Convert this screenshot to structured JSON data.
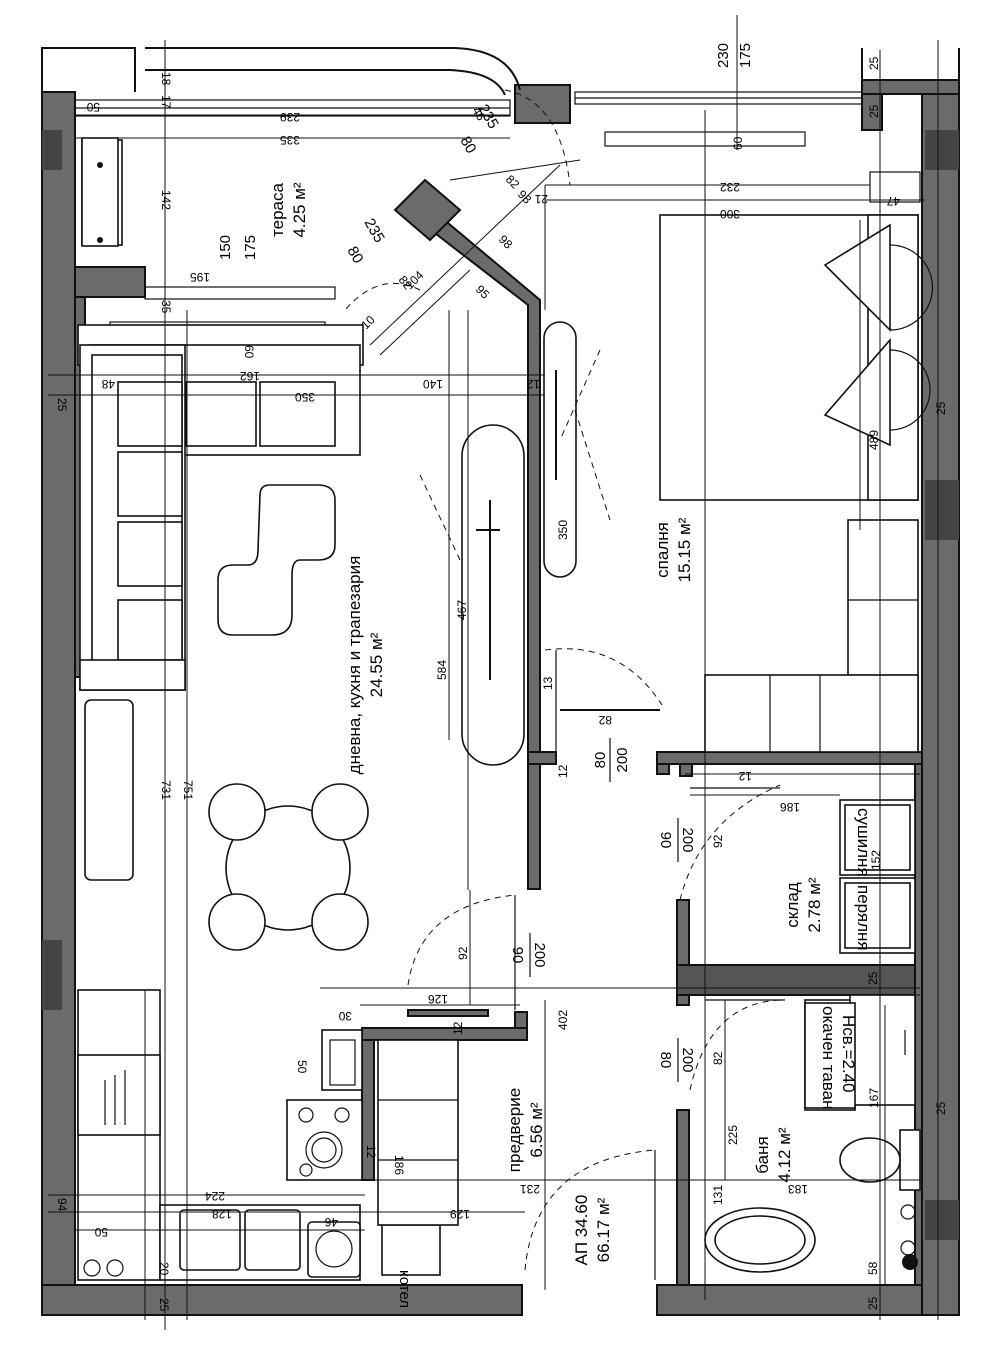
{
  "rooms": {
    "terrace": {
      "name": "тераса",
      "area": "4.25 м²"
    },
    "living": {
      "name": "дневна, кухня и трапезария",
      "area": "24.55 м²"
    },
    "bedroom": {
      "name": "спалня",
      "area": "15.15 м²"
    },
    "storage": {
      "name": "склад",
      "area": "2.78 м²"
    },
    "hall": {
      "name": "предверие",
      "area": "6.56 м²"
    },
    "bath": {
      "name": "баня",
      "area": "4.12 м²"
    }
  },
  "apartment": {
    "name": "АП 34.60",
    "area": "66.17 м²"
  },
  "appliances": {
    "dryer": "сушилня",
    "washer": "перялня",
    "boiler": "котел"
  },
  "ceiling_note": {
    "line1": "окачен таван",
    "line2": "Нсв.=2.40"
  },
  "doors": {
    "bedroom": {
      "top": "80",
      "bottom": "200"
    },
    "storage": {
      "top": "200",
      "bottom": "90"
    },
    "living": {
      "top": "200",
      "bottom": "90"
    },
    "bath": {
      "top": "200",
      "bottom": "80"
    },
    "balcony": "80",
    "balcony_w": "235",
    "terrace_door": "80",
    "terrace_door_w": "235",
    "window1_top": "150",
    "window1_bot": "175",
    "window2_top": "230",
    "window2_bot": "175"
  },
  "dims": {
    "d18": "18",
    "d17": "17",
    "d50a": "50",
    "d239": "239",
    "d335": "335",
    "d46": "46",
    "d142": "142",
    "d195": "195",
    "d35": "35",
    "d60a": "60",
    "d162": "162",
    "d48": "48",
    "d350a": "350",
    "d140": "140",
    "d12a": "12",
    "d25a": "25",
    "d82a": "82",
    "d104": "104",
    "d10": "10",
    "d98a": "98",
    "d98b": "98",
    "d95": "95",
    "d82b": "82",
    "d21": "21",
    "d232": "232",
    "d300": "300",
    "d47": "47",
    "d60b": "60",
    "d25b": "25",
    "d25c": "25",
    "d489": "489",
    "d350b": "350",
    "d467": "467",
    "d584": "584",
    "d13": "13",
    "d82c": "82",
    "d12b": "12",
    "d12c": "12",
    "d186a": "186",
    "d92a": "92",
    "d152": "152",
    "d731": "731",
    "d751": "751",
    "d92b": "92",
    "d126": "126",
    "d30": "30",
    "d12d": "12",
    "d402": "402",
    "d25d": "25",
    "d50b": "50",
    "d82d": "82",
    "d167": "167",
    "d25e": "25",
    "d225": "225",
    "d12e": "12",
    "d186b": "186",
    "d224": "224",
    "d231": "231",
    "d131": "131",
    "d183": "183",
    "d94": "94",
    "d50c": "50",
    "d128": "128",
    "d129": "129",
    "d46b": "46",
    "d20": "20",
    "d25f": "25",
    "d25g": "25",
    "d58": "58",
    "d25h": "25"
  }
}
